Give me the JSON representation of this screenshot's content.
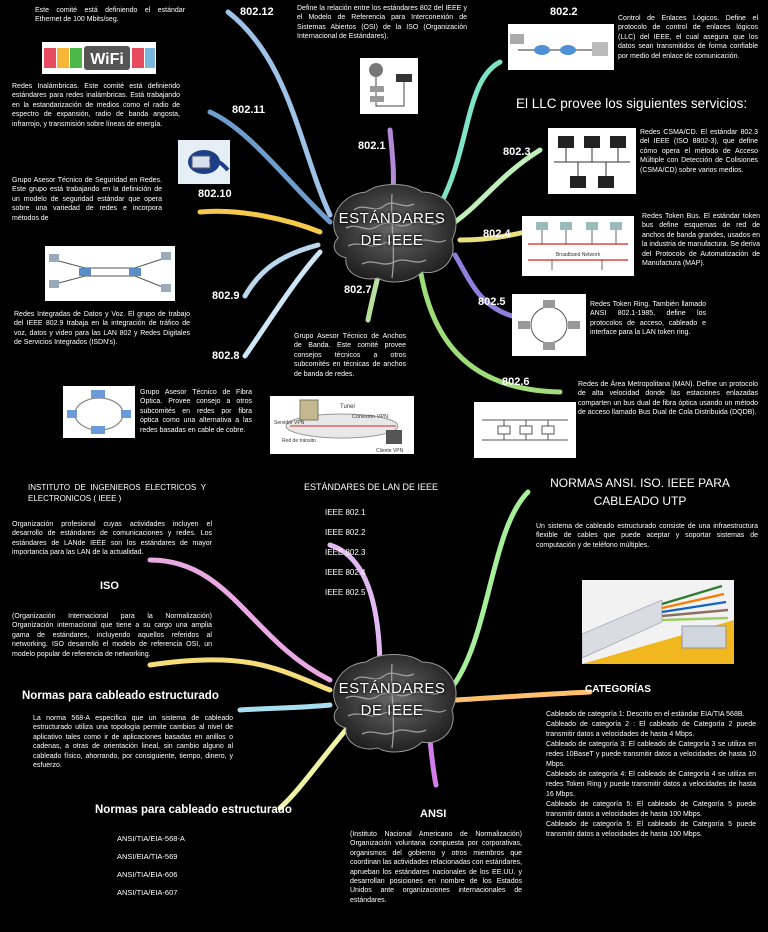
{
  "diagram1": {
    "title_line1": "ESTÁNDARES",
    "title_line2": "DE IEEE",
    "llc_heading": "El LLC provee los siguientes servicios:",
    "nodes": {
      "n80212": {
        "label": "802.12",
        "text": "Este comité está definiendo el estándar Ethernet de 100 Mbits/seg."
      },
      "n80211": {
        "label": "802.11",
        "text": "Redes Inalámbricas. Este comité está definiendo estándares para redes inalámbricas. Está trabajando en la estandarización de medios como el radio de espectro de expansión, radio de banda angosta, infrarrojo, y transmisión sobre líneas de energía."
      },
      "n80210": {
        "label": "802.10",
        "text": "Grupo Asesor Técnico de Seguridad en Redes. Este grupo está trabajando en la definición de un modelo de seguridad estándar que opera sobre una variedad de redes e incorpora métodos de"
      },
      "n8029": {
        "label": "802.9",
        "text": "Redes Integradas de Datos y Voz. El grupo de trabajo del IEEE 802.9 trabaja en la integración de tráfico de voz, datos y video para las LAN 802 y Redes Digitales de Servicios Integrados (ISDN's)."
      },
      "n8028": {
        "label": "802.8",
        "text": "Grupo Asesor Técnico de Fibra Óptica. Provee consejo a otros subcomités en redes por fibra óptica como una alternativa a las redes basadas en cable de cobre."
      },
      "n8021": {
        "label": "802.1",
        "text": "Define la relación entre los estándares 802 del IEEE y el Modelo de Referencia para Interconexión de Sistemas Abiertos (OSI) de la ISO (Organización Internacional de Estándares)."
      },
      "n8022": {
        "label": "802.2",
        "text": "Control de Enlaces Lógicos. Define el protocolo de control de enlaces lógicos (LLC) del IEEE, el cual asegura que los datos sean transmitidos de forma confiable por medio del enlace de comunicación."
      },
      "n8023": {
        "label": "802.3",
        "text": "Redes CSMA/CD. El estándar 802.3 del IEEE (ISO 8802-3), que define cómo opera el método de Acceso Múltiple con Detección de Colisiones (CSMA/CD) sobre varios medios."
      },
      "n8024": {
        "label": "802.4",
        "text": "Redes Token Bus. El estándar token bus define esquemas de red de anchos de banda grandes, usados en la industria de manufactura. Se deriva del Protocolo de Automatización de Manufactura (MAP)."
      },
      "n8025": {
        "label": "802.5",
        "text": "Redes Token Ring. También llamado ANSI 802.1-1985, define los protocolos de acceso, cableado e interface para la LAN token ring."
      },
      "n8026": {
        "label": "802.6",
        "text": "Redes de Área Metropolitana (MAN). Define un protocolo de alta velocidad donde las estaciones enlazadas comparten un bus dual de fibra óptica usando un método de acceso llamado Bus Dual de Cola Distribuida (DQDB)."
      },
      "n8027": {
        "label": "802.7",
        "text": "Grupo Asesor Técnico de Anchos de Banda. Este comité provee consejos técnicos a otros subcomités en técnicas de anchos de banda de redes."
      }
    },
    "image_labels": {
      "wifi": "WiFi",
      "token_bus_a": "Broadband Network",
      "vpn_tunnel": "Tunel",
      "vpn_conn": "Conexión VPN",
      "vpn_server": "Servidor VPN",
      "vpn_red": "Red de tránsito",
      "vpn_client": "Cliente VPN"
    }
  },
  "diagram2": {
    "title_line1": "ESTÁNDARES",
    "title_line2": "DE IEEE",
    "ieee_header": "INSTITUTO DE INGENIEROS ELECTRICOS Y ELECTRONICOS ( IEEE )",
    "ieee_text": "Organización profesional cuyas actividades incluyen el desarrollo de estándares de comunicaciones y redes. Los estándares de LANde IEEE son los estándares de mayor importancia para las LAN de la actualidad.",
    "iso_header": "ISO",
    "iso_text": "(Organización Internacional para la Normalización) Organización internacional que tiene a su cargo una amplia gama de estándares, incluyendo aquellos referidos al networking. ISO desarrolló el modelo de referencia OSI, un modelo popular de referencia de networking.",
    "normas1_header": "Normas para cableado estructurado",
    "normas1_text": "La norma 568-A especifica que un sistema de cableado estructurado utiliza una topología permite cambios al nivel de aplicativo tales como ir de aplicaciones basadas en anillos o cadenas, a otras de orientación lineal, sin cambio alguno al cableado físico, ahorrando, por consiguiente, tiempo, dinero, y esfuerzo.",
    "normas2_header": "Normas para cableado estructurado",
    "normas2_items": [
      "ANSI/TIA/EIA-568-A",
      "ANSI/EIA/TIA-569",
      "ANSI/TIA/EIA-606",
      "ANSI/TIA/EIA-607"
    ],
    "lan_header": "ESTÁNDARES DE LAN DE IEEE",
    "lan_items": [
      "IEEE 802.1",
      "IEEE 802.2",
      "IEEE 802.3",
      "IEEE 802.4",
      "IEEE 802.5"
    ],
    "utp_header_line1": "NORMAS ANSI. ISO. IEEE PARA",
    "utp_header_line2": "CABLEADO UTP",
    "utp_text": "Un sistema de cableado estructurado consiste de una infraestructura flexible de cables que puede aceptar y soportar sistemas de computación y de teléfono múltiples.",
    "cat_header": "CATEGORÍAS",
    "cat_items": [
      "Cableado de categoría 1: Descrito en el estándar EIA/TIA 568B.",
      "Cableado de categoría 2 : El cableado de Categoría 2 puede transmitir datos a velocidades de hasta 4 Mbps.",
      "Cableado de categoría 3: El cableado de Categoría 3 se utiliza en redes 10BaseT y puede transmitir datos a velocidades de hasta 10 Mbps.",
      "Cableado de categoría 4: El cableado de Categoría 4 se utiliza en redes Token Ring y puede transmitir datos a velocidades de hasta 16 Mbps.",
      "Cableado de categoría 5: El cableado de Categoría 5 puede transmitir datos a velocidades de hasta 100 Mbps.",
      "Cableado de categoría 5: El cableado de Categoría 5 puede transmitir datos a velocidades de hasta 100 Mbps."
    ],
    "ansi_header": "ANSI",
    "ansi_text": "(Instituto Nacional Americano de Normalización) Organización voluntaria compuesta por corporativas, organismos del gobierno y otros miembros que coordinan las actividades relacionadas con estándares, aprueban los estándares nacionales de los EE.UU. y desarrollan posiciones en nombre de los Estados Unidos ante organizaciones internacionales de estándares."
  }
}
